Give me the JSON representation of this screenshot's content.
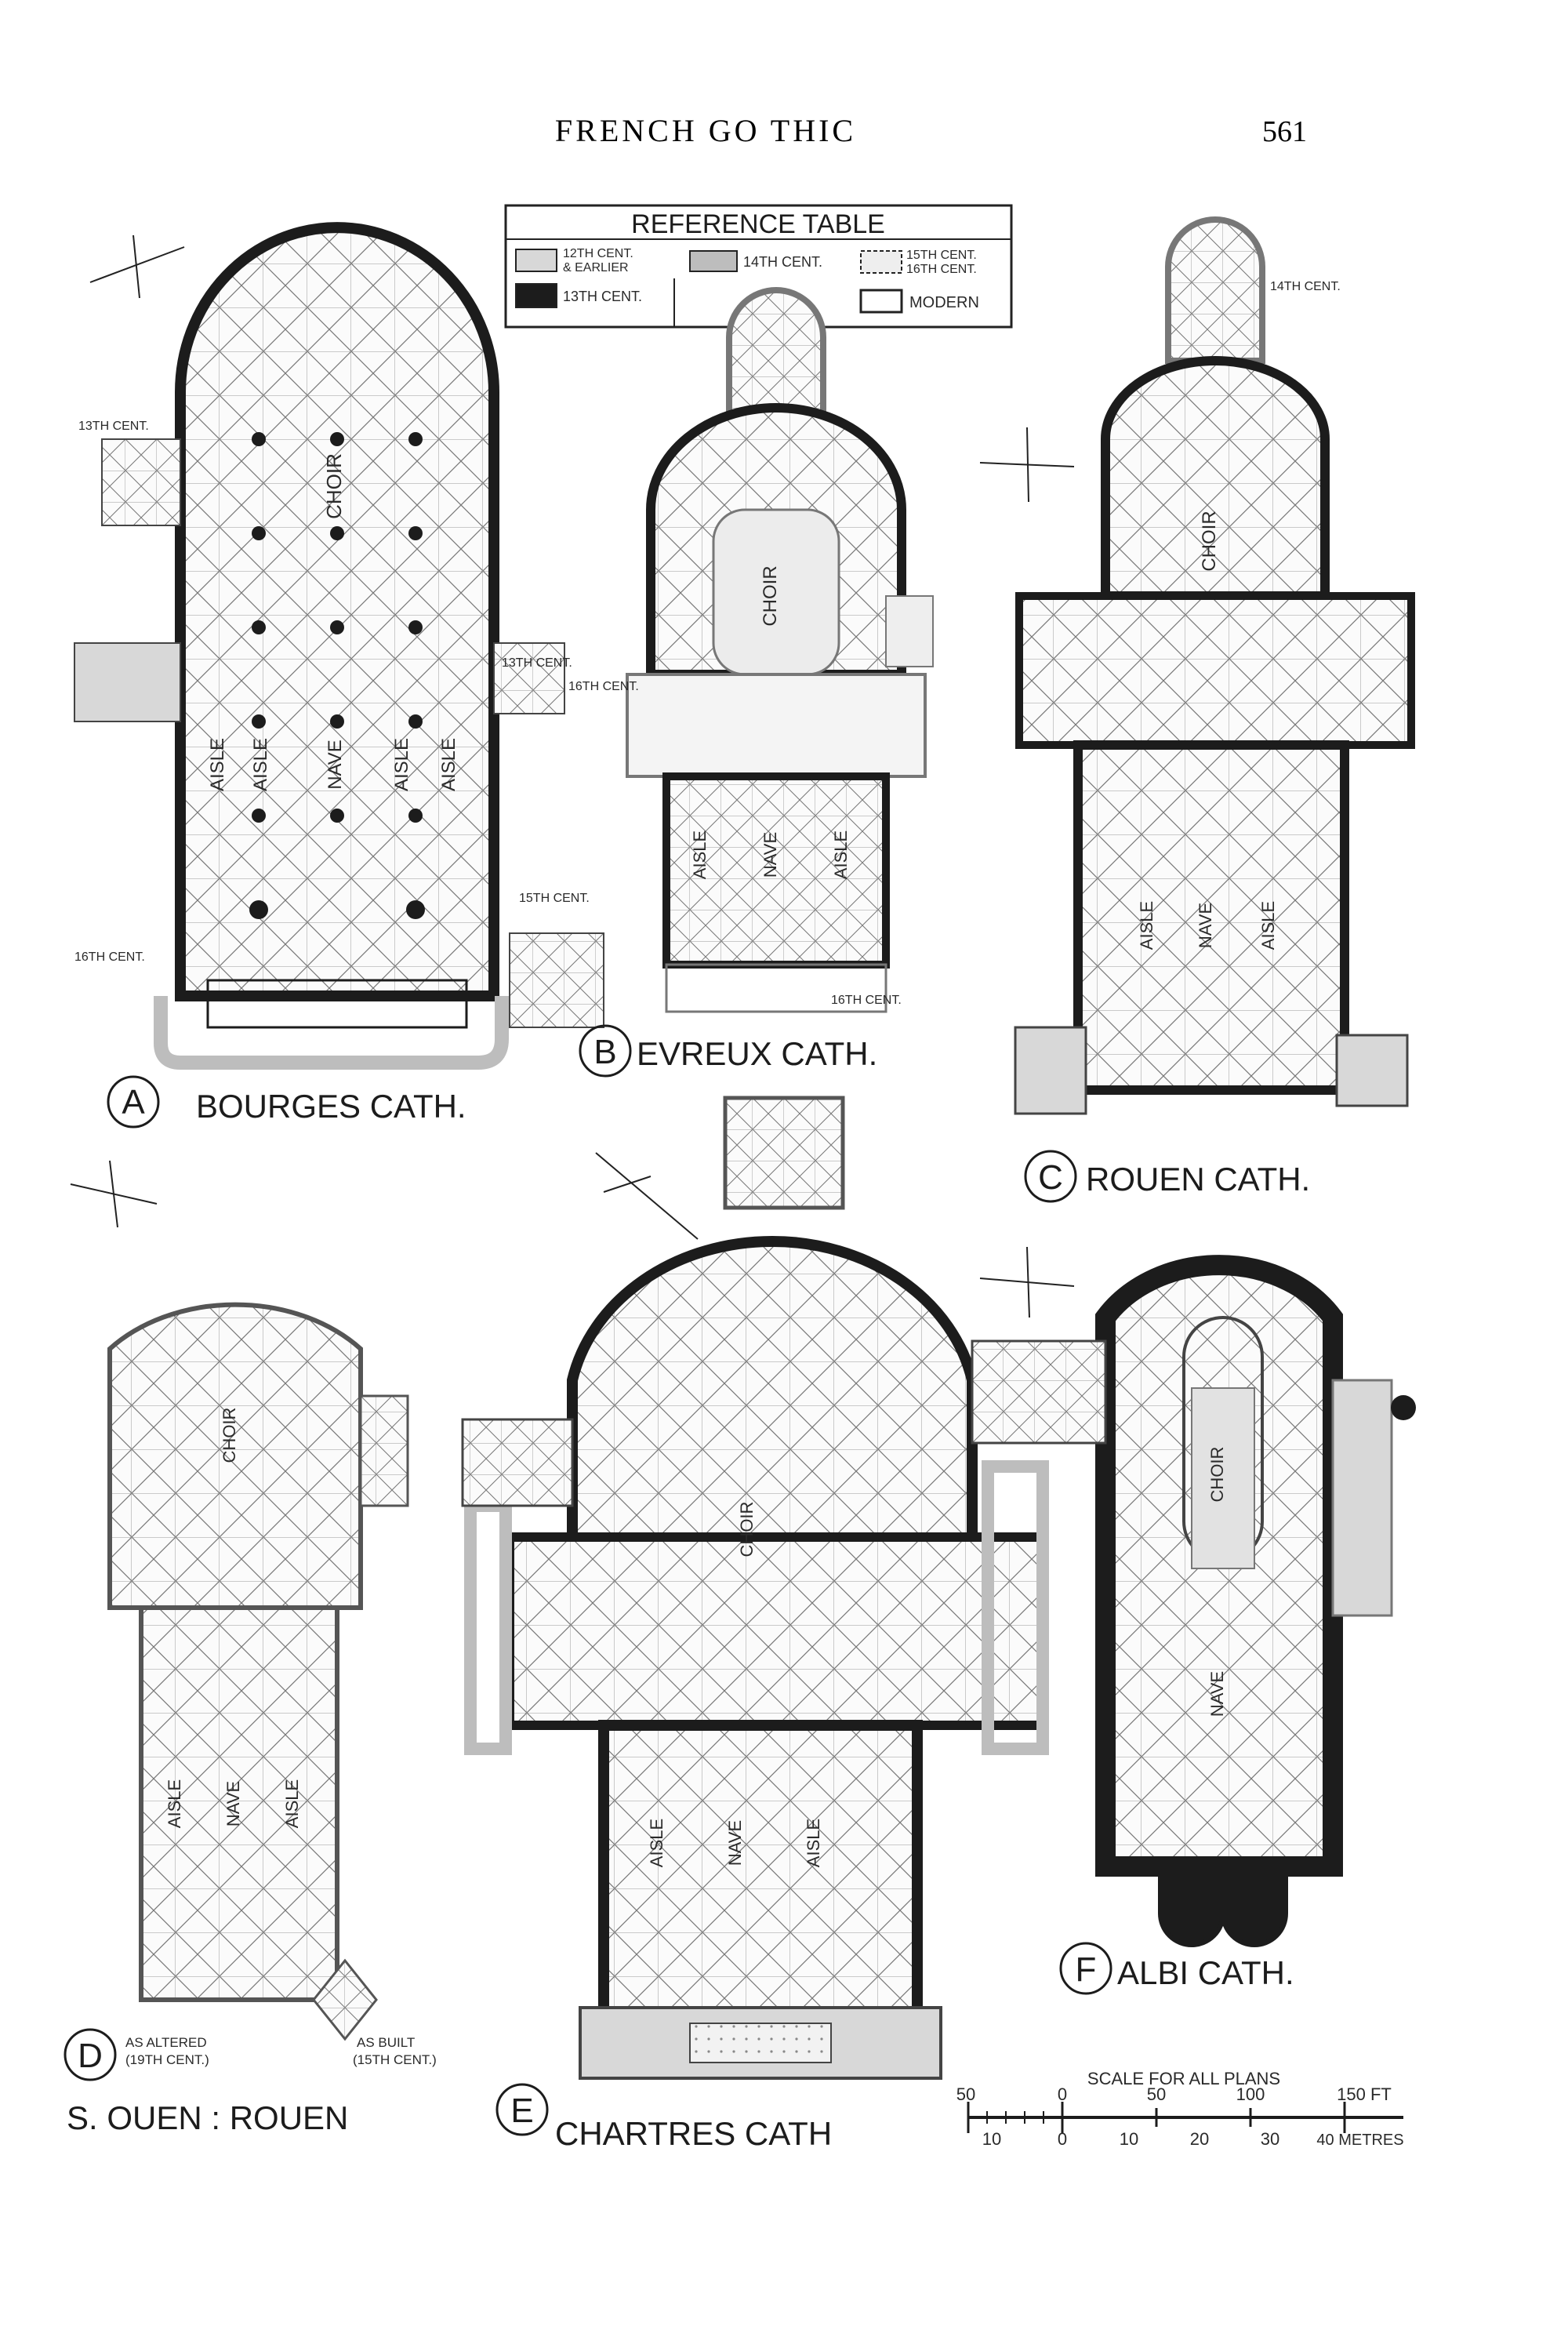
{
  "header": {
    "title": "FRENCH GO THIC",
    "page_number": "561"
  },
  "reference_table": {
    "title": "REFERENCE TABLE",
    "entries": [
      {
        "key": "c12",
        "lines": [
          "12TH CENT.",
          "& EARLIER"
        ]
      },
      {
        "key": "c14",
        "lines": [
          "14TH CENT."
        ]
      },
      {
        "key": "c15",
        "lines": [
          "15TH CENT.",
          "16TH CENT."
        ]
      },
      {
        "key": "c13",
        "lines": [
          "13TH CENT."
        ]
      },
      {
        "key": "modern",
        "lines": [
          "MODERN"
        ]
      }
    ]
  },
  "plans": [
    {
      "letter": "A",
      "name": "BOURGES CATH.",
      "rooms": [
        "CHOIR",
        "AISLE",
        "AISLE",
        "NAVE",
        "AISLE",
        "AISLE"
      ],
      "notes": [
        "13TH CENT.",
        "16TH CENT.",
        "15TH CENT.",
        "13TH CENT."
      ]
    },
    {
      "letter": "B",
      "name": "EVREUX CATH.",
      "rooms": [
        "CHOIR",
        "AISLE",
        "NAVE",
        "AISLE"
      ],
      "notes": [
        "16TH CENT.",
        "16TH CENT."
      ]
    },
    {
      "letter": "C",
      "name": "ROUEN CATH.",
      "rooms": [
        "CHOIR",
        "AISLE",
        "NAVE",
        "AISLE"
      ],
      "notes": [
        "14TH CENT."
      ]
    },
    {
      "letter": "D",
      "name": "S. OUEN : ROUEN",
      "rooms": [
        "CHOIR",
        "AISLE",
        "NAVE",
        "AISLE"
      ],
      "notes": [
        "AS ALTERED",
        "(19TH CENT.)",
        "AS BUILT",
        "(15TH CENT.)"
      ]
    },
    {
      "letter": "E",
      "name": "CHARTRES CATH",
      "rooms": [
        "CHOIR",
        "AISLE",
        "NAVE",
        "AISLE"
      ],
      "notes": []
    },
    {
      "letter": "F",
      "name": "ALBI CATH.",
      "rooms": [
        "CHOIR",
        "NAVE"
      ],
      "notes": []
    }
  ],
  "scale": {
    "title": "SCALE FOR ALL PLANS",
    "feet": [
      "50",
      "0",
      "50",
      "100",
      "150 FT"
    ],
    "metres": [
      "10",
      "0",
      "10",
      "20",
      "30",
      "40 METRES"
    ]
  },
  "colors": {
    "ink": "#1c1c1c",
    "c12": "#d8d8d8",
    "c14": "#bdbdbd",
    "c15": "#eeeeee",
    "modern": "#ffffff"
  }
}
